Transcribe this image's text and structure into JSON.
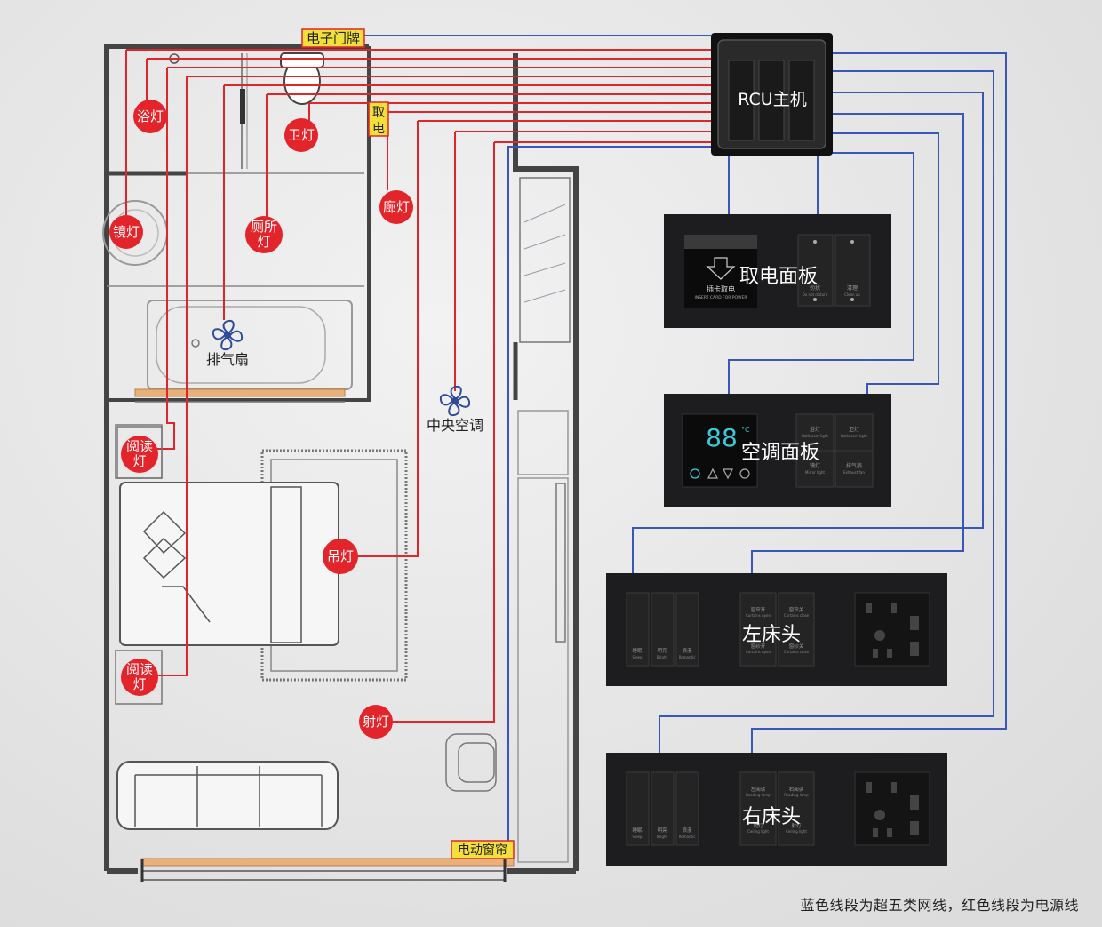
{
  "rcu": {
    "label": "RCU主机"
  },
  "tags": {
    "door_plate": "电子门牌",
    "power_take": "取电",
    "curtain": "电动窗帘"
  },
  "lights": {
    "bath": "浴灯",
    "toilet": "卫灯",
    "mirror": "镜灯",
    "wc_line1": "厕所",
    "wc_line2": "灯",
    "corridor": "廊灯",
    "reading_top_line1": "阅读",
    "reading_top_line2": "灯",
    "chandelier": "吊灯",
    "reading_bottom_line1": "阅读",
    "reading_bottom_line2": "灯",
    "spot": "射灯"
  },
  "fans": {
    "exhaust": "排气扇",
    "central_ac": "中央空调"
  },
  "panels": {
    "power": {
      "title": "取电面板",
      "card_text": "插卡取电",
      "card_sub": "INSERT CARD FOR POWER",
      "btn1": "勿扰",
      "btn1_sub": "Do not disturb",
      "btn2": "清理",
      "btn2_sub": "Clean up"
    },
    "ac": {
      "title": "空调面板",
      "display": "88",
      "unit": "°C",
      "btn1": "浴灯",
      "btn1_sub": "Bathroom light",
      "btn2": "卫灯",
      "btn2_sub": "Bathroom light",
      "btn3": "镜灯",
      "btn3_sub": "Mirror light",
      "btn4": "排气扇",
      "btn4_sub": "Exhaust fan"
    },
    "left_bed": {
      "title": "左床头",
      "s1": "睡眠",
      "s1_sub": "Sleep",
      "s2": "明亮",
      "s2_sub": "Bright",
      "s3": "浪漫",
      "s3_sub": "Romantic",
      "c1": "窗帘开",
      "c1_sub": "Curtains open",
      "c2": "窗帘关",
      "c2_sub": "Curtains close",
      "c3": "窗纱开",
      "c3_sub": "Curtains open",
      "c4": "窗纱关",
      "c4_sub": "Curtains close"
    },
    "right_bed": {
      "title": "右床头",
      "s1": "睡眠",
      "s1_sub": "Sleep",
      "s2": "明亮",
      "s2_sub": "Bright",
      "s3": "浪漫",
      "s3_sub": "Romantic",
      "r1": "左阅读",
      "r1_sub": "Reading lamp",
      "r2": "右阅读",
      "r2_sub": "Reading lamp",
      "r3": "筒灯",
      "r3_sub": "Ceiling light",
      "r4": "射灯",
      "r4_sub": "Ceiling light"
    }
  },
  "caption": "蓝色线段为超五类网线，红色线段为电源线",
  "colors": {
    "power_wire": "#e0262b",
    "network_wire": "#3a56b8",
    "light_badge": "#e3242b",
    "panel_black": "#1d1d1f",
    "tag_yellow": "#f3df3a"
  }
}
